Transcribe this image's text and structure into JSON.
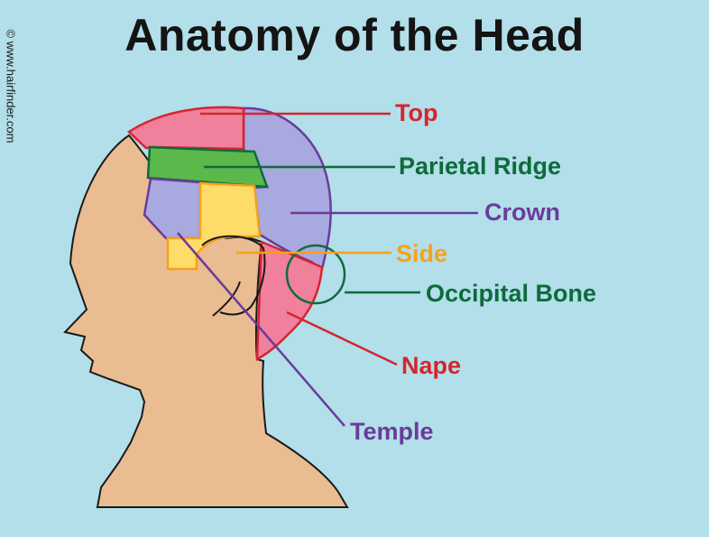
{
  "title": "Anatomy of the Head",
  "credit": "© www.hairfinder.com",
  "labels": {
    "top": "Top",
    "parietal_ridge": "Parietal Ridge",
    "crown": "Crown",
    "side": "Side",
    "occipital_bone": "Occipital Bone",
    "nape": "Nape",
    "temple": "Temple"
  },
  "colors": {
    "background": "#b2dfe9",
    "skin": "#e9bc91",
    "top": "#f0809c",
    "top_line": "#d4262f",
    "parietal_ridge": "#5bb84a",
    "parietal_line": "#0e6b3c",
    "crown": "#a8a9df",
    "crown_line": "#6b3b9b",
    "side": "#fedc6a",
    "side_line": "#f5a11e",
    "occipital_line": "#0e6b3c",
    "nape": "#f0809c",
    "nape_line": "#d4262f",
    "temple": "#a8a9df",
    "temple_line": "#6b3b9b"
  }
}
